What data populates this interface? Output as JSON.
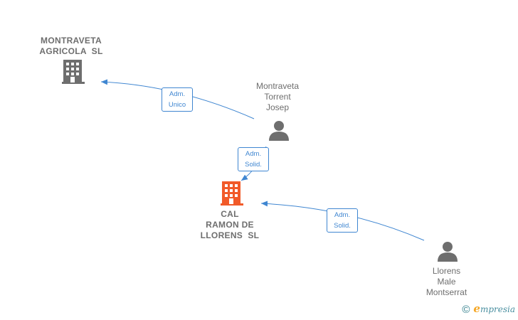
{
  "nodes": {
    "montraveta_agricola": {
      "lines": [
        "MONTRAVETA",
        "AGRICOLA  SL"
      ],
      "type": "company",
      "color": "#6e6e6e"
    },
    "montraveta_torrent": {
      "lines": [
        "Montraveta",
        "Torrent",
        "Josep"
      ],
      "type": "person",
      "color": "#6e6e6e"
    },
    "cal_ramon": {
      "lines": [
        "CAL",
        "RAMON DE",
        "LLORENS  SL"
      ],
      "type": "company",
      "color": "#f15a29"
    },
    "llorens_male": {
      "lines": [
        "Llorens",
        "Male",
        "Montserrat"
      ],
      "type": "person",
      "color": "#6e6e6e"
    }
  },
  "edges": [
    {
      "from": "montraveta_torrent",
      "to": "montraveta_agricola",
      "lines": [
        "Adm.",
        "Unico"
      ]
    },
    {
      "from": "montraveta_torrent",
      "to": "cal_ramon",
      "lines": [
        "Adm.",
        "Solid."
      ]
    },
    {
      "from": "llorens_male",
      "to": "cal_ramon",
      "lines": [
        "Adm.",
        "Solid."
      ]
    }
  ],
  "colors": {
    "edge": "#3f86d1",
    "company_main": "#f15a29",
    "neutral": "#6e6e6e"
  },
  "footer": {
    "copyright_symbol": "©",
    "brand_first": "e",
    "brand_rest": "mpresia"
  }
}
